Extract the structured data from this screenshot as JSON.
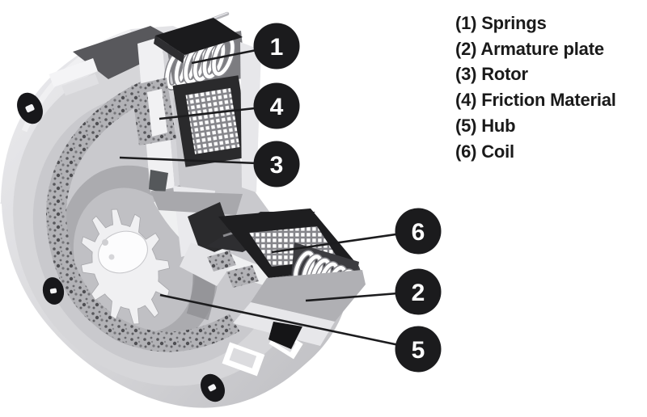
{
  "figure": {
    "kind": "cutaway-technical-diagram",
    "subject": "Electromagnetic clutch assembly cutaway"
  },
  "legend": {
    "items": [
      "(1) Springs",
      "(2) Armature plate",
      "(3) Rotor",
      "(4) Friction Material",
      "(5) Hub",
      "(6) Coil"
    ]
  },
  "callouts": [
    {
      "number": "1",
      "part": "springs"
    },
    {
      "number": "4",
      "part": "friction-material"
    },
    {
      "number": "3",
      "part": "rotor"
    },
    {
      "number": "6",
      "part": "coil"
    },
    {
      "number": "2",
      "part": "armature-plate"
    },
    {
      "number": "5",
      "part": "hub"
    }
  ],
  "colors": {
    "background": "#ffffff",
    "ink": "#1b1b1d",
    "callout_fill": "#1b1b1d",
    "callout_text": "#ffffff",
    "metal_light": "#eeeef0",
    "metal_mid": "#c9c9cd",
    "metal_dark": "#55555a",
    "friction_speckle": "#4e4e52"
  }
}
